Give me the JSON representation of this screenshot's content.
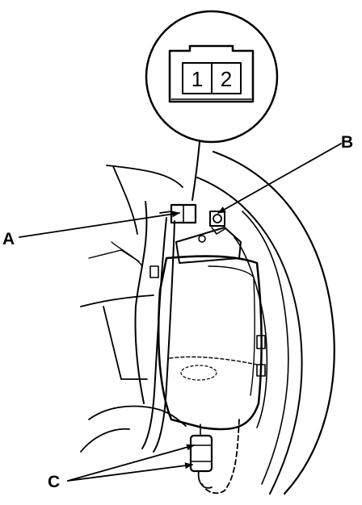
{
  "callouts": {
    "a": "A",
    "b": "B",
    "c": "C"
  },
  "connector_pins": [
    "1",
    "2"
  ],
  "colors": {
    "ink": "#000000",
    "paper": "#ffffff"
  }
}
